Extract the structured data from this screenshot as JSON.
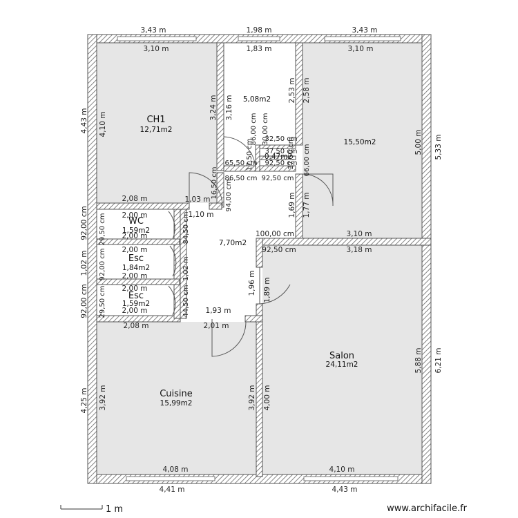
{
  "rooms": {
    "ch1": {
      "name": "CH1",
      "area": "12,71m2"
    },
    "wc": {
      "name": "WC",
      "area": "1,59m2"
    },
    "esc1": {
      "name": "Esc",
      "area": "1,84m2"
    },
    "esc2": {
      "name": "Esc",
      "area": "1,59m2"
    },
    "hall": {
      "area": "7,70m2"
    },
    "small": {
      "area": "5,08m2"
    },
    "ch2": {
      "area": "15,50m2"
    },
    "salon": {
      "name": "Salon",
      "area": "24,11m2"
    },
    "cuisine": {
      "name": "Cuisine",
      "area": "15,99m2"
    },
    "tiny": {
      "area": "0,47m2"
    }
  },
  "dims": {
    "top_ext_1": "3,43 m",
    "top_ext_2": "1,98 m",
    "top_ext_3": "3,43 m",
    "top_int_1": "3,10 m",
    "top_int_2": "1,83 m",
    "top_int_3": "3,10 m",
    "bot_ext_1": "4,41 m",
    "bot_ext_2": "4,43 m",
    "bot_int_1": "4,08 m",
    "bot_int_2": "4,10 m",
    "left_ext_1": "4,43 m",
    "left_ext_2": "92,00 cm",
    "left_ext_3": "1,02 m",
    "left_ext_4": "92,00 cm",
    "left_ext_5": "4,25 m",
    "left_int_1": "4,10 m",
    "left_int_2": "3,92 m",
    "right_ext_1": "5,33 m",
    "right_ext_2": "6,21 m",
    "right_int_1": "5,00 m",
    "right_int_2": "5,88 m",
    "ch1_inner_v": "3,24 m",
    "small_inner_l": "3,16 m",
    "small_inner_r": "2,53 m",
    "ch2_inner_l": "2,58 m",
    "ch1_bottom": "2,08 m",
    "ch1_door": "1,03 m",
    "hall_1_10": "1,10 m",
    "wc_top": "2,00 m",
    "wc_bot": "2,00 m",
    "wc_side": "29,50 cm",
    "esc1_top": "2,00 m",
    "esc1_bot": "2,00 m",
    "esc1_side": "92,00 cm",
    "esc2_top": "2,00 m",
    "esc2_bot": "2,00 m",
    "esc2_side": "29,50 cm",
    "hall_84": "84,50 cm",
    "hall_102": "1,02 m",
    "hall_44": "44,50 cm",
    "hall_94": "94,00 cm",
    "hall_16": "16,50 cm",
    "cuisine_top": "2,08 m",
    "hall_193": "1,93 m",
    "hall_201": "2,01 m",
    "salon_top1": "100,00 cm",
    "salon_top2": "92,50 cm",
    "salon_top3": "3,18 m",
    "ch2_bottom": "3,10 m",
    "hall_196": "1,96 m",
    "hall_189": "1,89 m",
    "ch2_169": "1,69 m",
    "ch2_177": "1,77 m",
    "sal_400": "4,00 m",
    "cui_392": "3,92 m",
    "c1": "65,50 cm",
    "c2": "86,50 cm",
    "c3": "92,50 cm",
    "c4": "92,50 cm",
    "c5": "32,50 cm",
    "c6": "37,50 cm",
    "c7": "17,50 cm",
    "c8": "66,00 cm",
    "c9": "86,00 cm",
    "c10": "30,00 cm",
    "c11": "37,50 cm"
  },
  "scale": {
    "label": "1 m"
  },
  "watermark": "www.archifacile.fr"
}
